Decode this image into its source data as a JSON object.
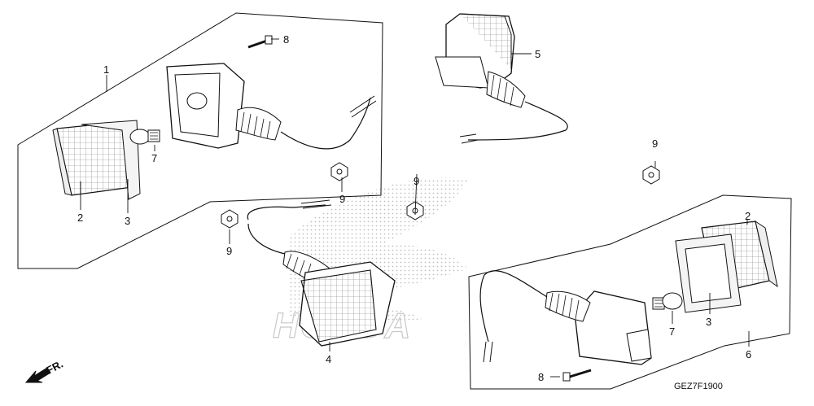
{
  "diagram": {
    "callouts": {
      "c1": "1",
      "c2a": "2",
      "c3a": "3",
      "c7a": "7",
      "c8a": "8",
      "c9a": "9",
      "c9b": "9",
      "c9c": "9",
      "c9d": "9",
      "c4": "4",
      "c5": "5",
      "c2b": "2",
      "c3b": "3",
      "c7b": "7",
      "c6": "6",
      "c8b": "8"
    },
    "diagram_code": "GEZ7F1900",
    "direction_label": "FR.",
    "watermark_brand": "HONDA",
    "icons": {
      "direction_arrow": "arrow-front-icon",
      "watermark_logo": "honda-wing-logo-icon"
    },
    "colors": {
      "line": "#111111",
      "watermark": "#c9c9c9"
    }
  }
}
